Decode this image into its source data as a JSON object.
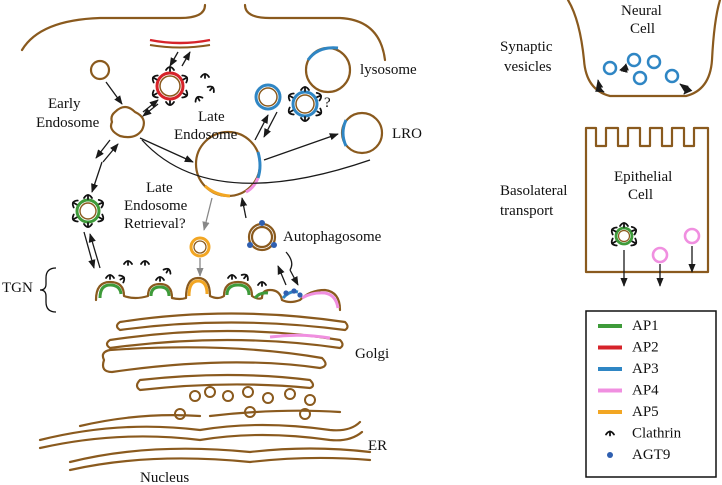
{
  "labels": {
    "lysosome": "lysosome",
    "early_endosome_1": "Early",
    "early_endosome_2": "Endosome",
    "late_endosome_1": "Late",
    "late_endosome_2": "Endosome",
    "lro": "LRO",
    "question": "?",
    "retrieval_1": "Late",
    "retrieval_2": "Endosome",
    "retrieval_3": "Retrieval?",
    "autophagosome": "Autophagosome",
    "tgn": "TGN",
    "golgi": "Golgi",
    "er": "ER",
    "nucleus": "Nucleus",
    "synaptic_1": "Synaptic",
    "synaptic_2": "vesicles",
    "neural_1": "Neural",
    "neural_2": "Cell",
    "basolateral_1": "Basolateral",
    "basolateral_2": "transport",
    "epithelial_1": "Epithelial",
    "epithelial_2": "Cell"
  },
  "legend": {
    "items": [
      {
        "label": "AP1",
        "color": "#3e9b3a",
        "icon": "line"
      },
      {
        "label": "AP2",
        "color": "#d6232a",
        "icon": "line"
      },
      {
        "label": "AP3",
        "color": "#2f86c4",
        "icon": "line"
      },
      {
        "label": "AP4",
        "color": "#f08fe0",
        "icon": "line"
      },
      {
        "label": "AP5",
        "color": "#f2a623",
        "icon": "line"
      },
      {
        "label": "Clathrin",
        "color": "#111111",
        "icon": "clathrin-icon"
      },
      {
        "label": "AGT9",
        "color": "#2f5fb0",
        "icon": "dot"
      }
    ]
  },
  "colors": {
    "membrane": "#8a5a1e",
    "ap1": "#3e9b3a",
    "ap2": "#d6232a",
    "ap3": "#2f86c4",
    "ap4": "#f08fe0",
    "ap5": "#f2a623",
    "clathrin": "#111111",
    "agt9": "#2f5fb0"
  }
}
